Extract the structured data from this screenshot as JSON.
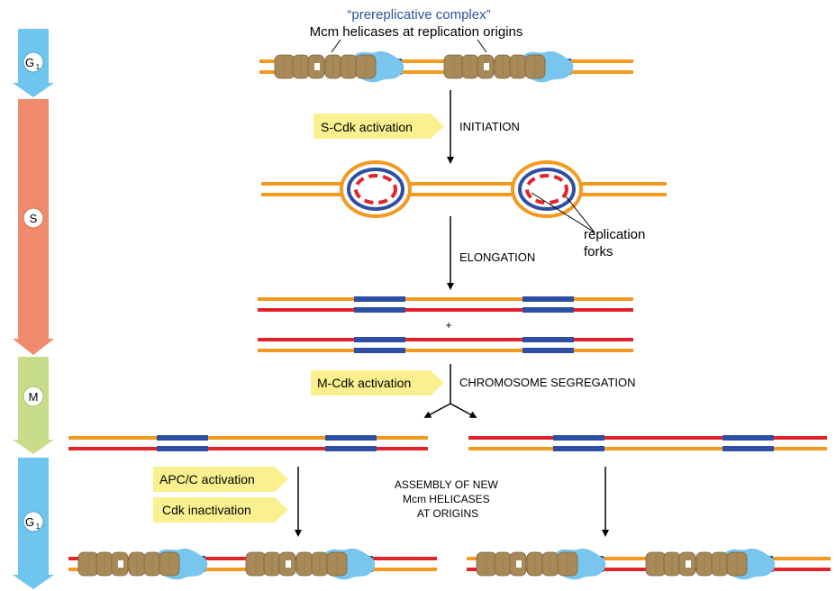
{
  "header": {
    "complex_name": "“prereplicative complex”",
    "complex_desc": "Mcm helicases at replication origins"
  },
  "phases": [
    {
      "label": "G",
      "sub": "1",
      "color": "#6ec6ef"
    },
    {
      "label": "S",
      "sub": "",
      "color": "#ef8a6c"
    },
    {
      "label": "M",
      "sub": "",
      "color": "#c8dd8a"
    },
    {
      "label": "G",
      "sub": "1",
      "color": "#6ec6ef"
    }
  ],
  "steps": {
    "initiation": "INITIATION",
    "elongation": "ELONGATION",
    "segregation": "CHROMOSOME SEGREGATION"
  },
  "signals": {
    "s_cdk": "S-Cdk activation",
    "m_cdk": "M-Cdk activation",
    "apc": "APC/C activation",
    "cdk_inact": "Cdk inactivation"
  },
  "fork_label": [
    "replication",
    "forks"
  ],
  "plus": "+",
  "assembly": [
    "ASSEMBLY OF NEW",
    "Mcm HELICASES",
    "AT ORIGINS"
  ],
  "colors": {
    "old_strand": "#f29a1f",
    "new_strand": "#e3232a",
    "origin": "#2e4fa3",
    "helicase": "#a88a58",
    "helicase_dark": "#7a6340",
    "orc": "#78c6ee",
    "callout": "#fbf08f",
    "complex_title": "#2f5597"
  }
}
